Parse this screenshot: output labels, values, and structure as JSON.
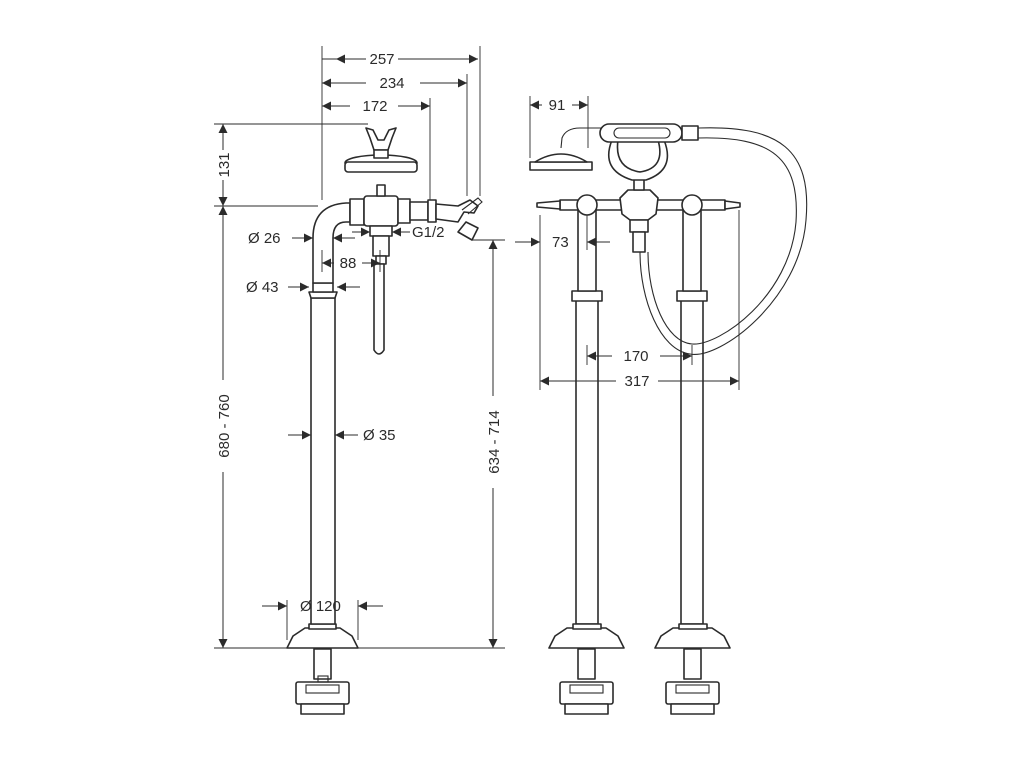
{
  "dimensions": {
    "width_257": "257",
    "width_234": "234",
    "width_172": "172",
    "width_91": "91",
    "height_131": "131",
    "height_680_760": "680 - 760",
    "height_634_714": "634 - 714",
    "dia_26": "Ø 26",
    "dia_43": "Ø 43",
    "dia_35": "Ø 35",
    "dia_120": "Ø 120",
    "len_88": "88",
    "thread_g12": "G1/2",
    "len_73": "73",
    "len_170": "170",
    "len_317": "317"
  },
  "colors": {
    "line": "#2b2b2b",
    "background": "#ffffff"
  }
}
